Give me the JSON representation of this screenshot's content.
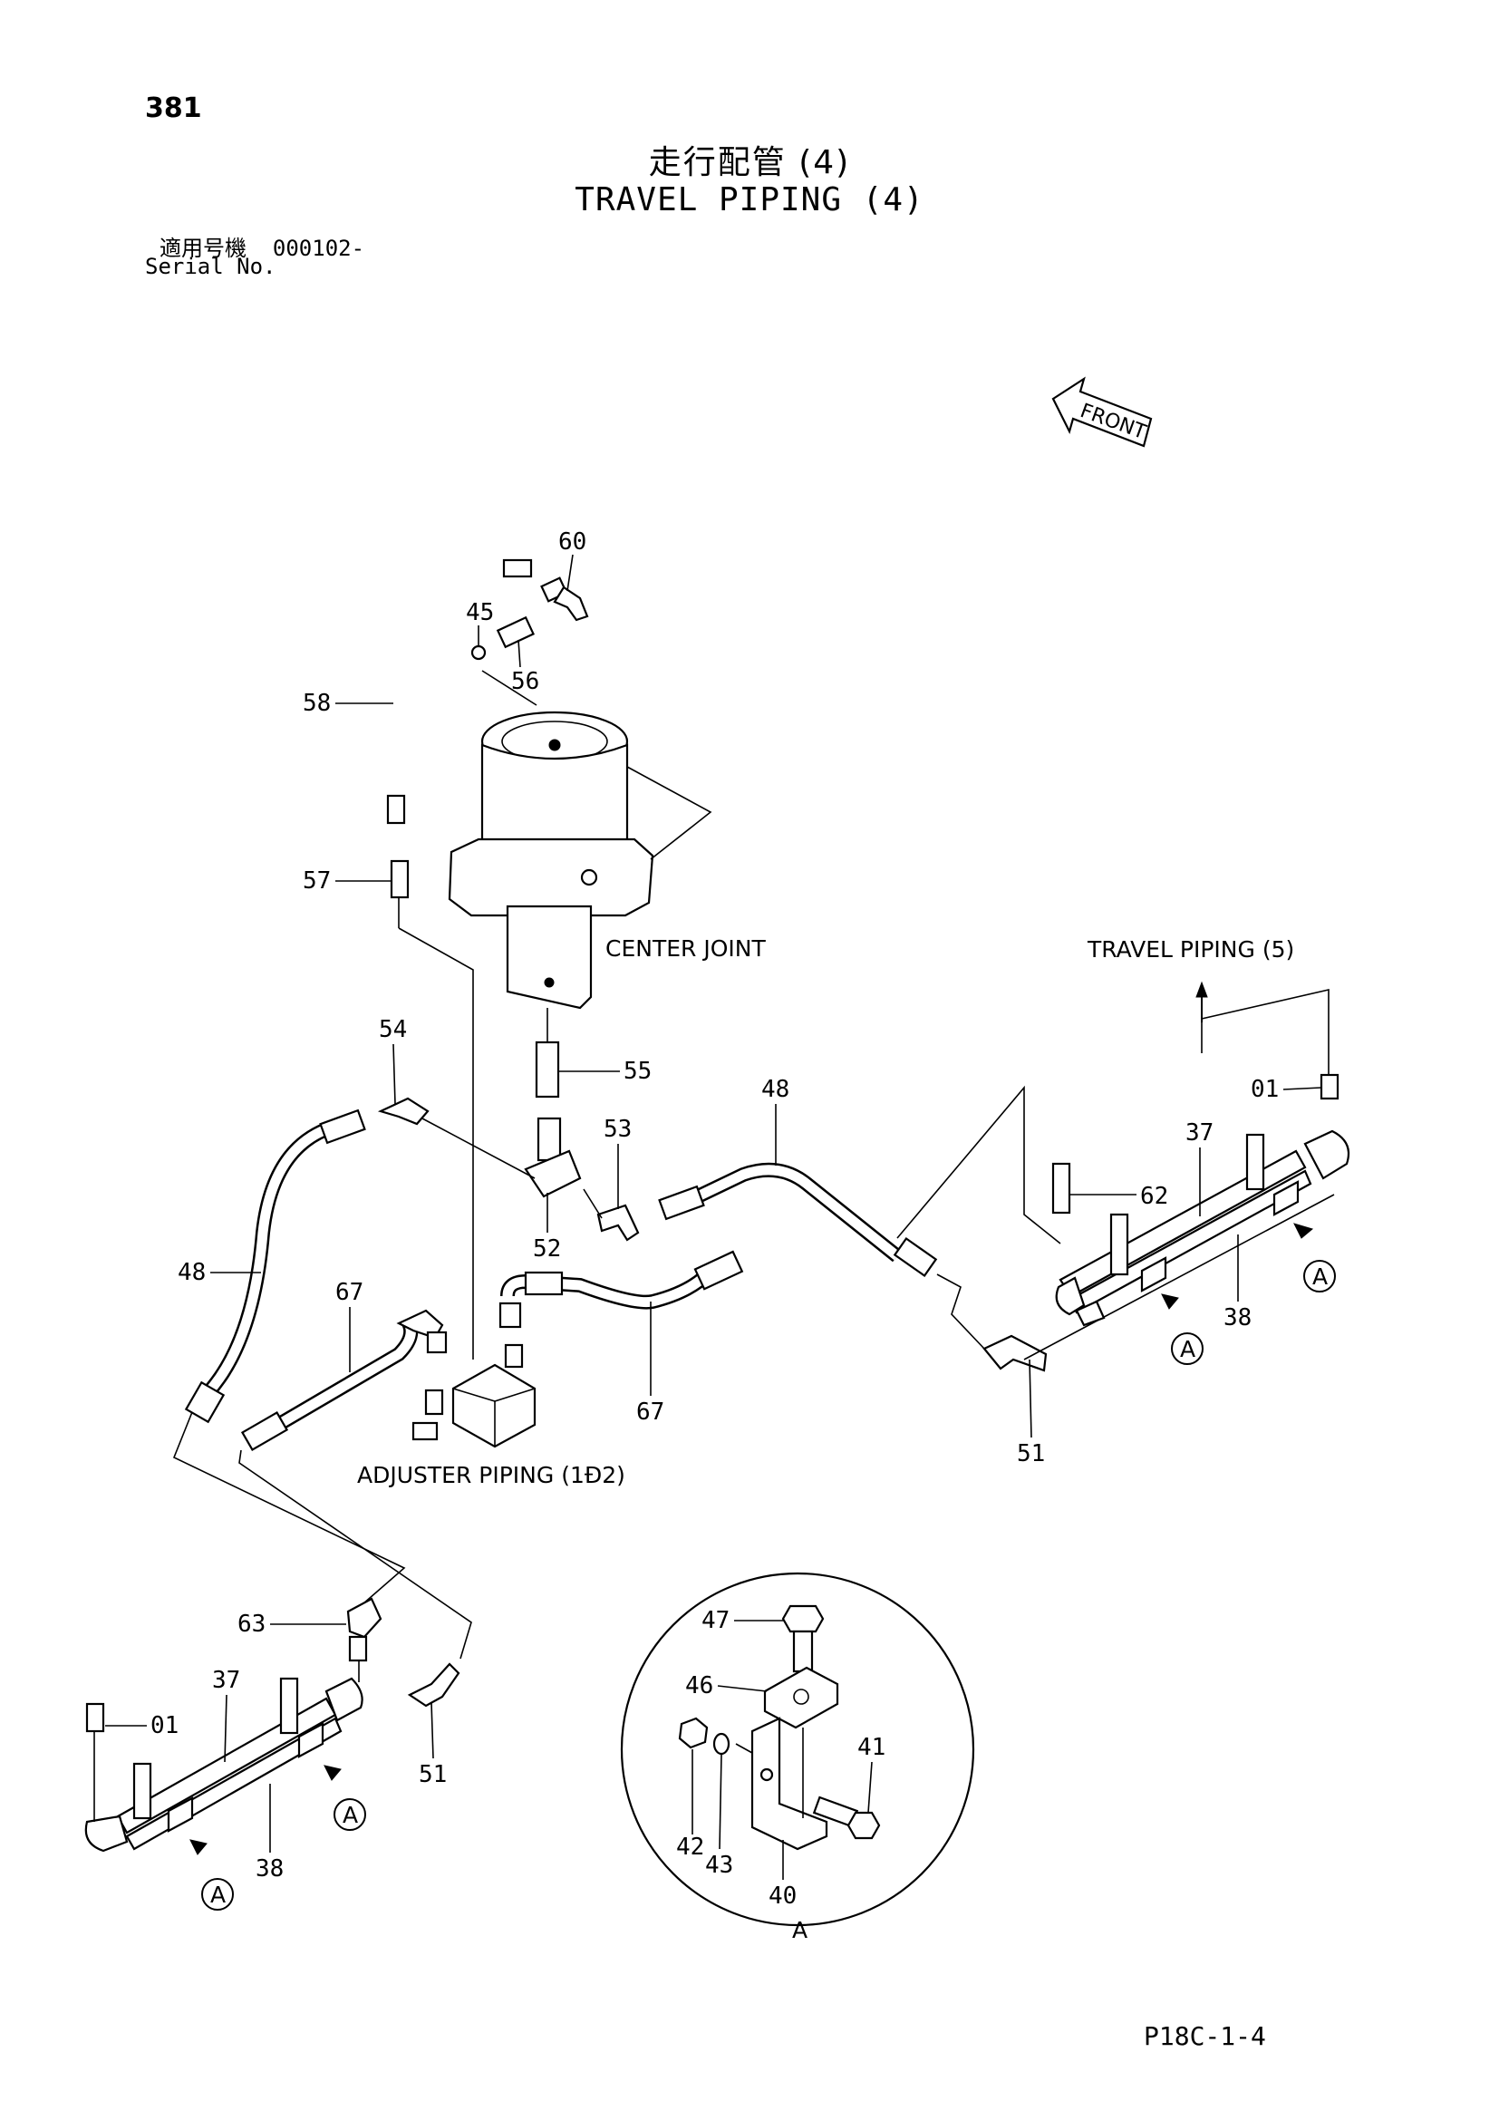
{
  "header": {
    "page_number": "381",
    "title_jp": "走行配管 (4)",
    "title_en": "TRAVEL PIPING (4)",
    "serial_label_jp": "適用号機",
    "serial_value": "000102-",
    "serial_label_en": "Serial No."
  },
  "labels": {
    "front": "FRONT",
    "center_joint": "CENTER JOINT",
    "travel_piping_5": "TRAVEL PIPING (5)",
    "adjuster_piping": "ADJUSTER PIPING (1Đ2)",
    "detail_mark": "A"
  },
  "callouts": {
    "p60": "60",
    "p45": "45",
    "p56": "56",
    "p58": "58",
    "p57": "57",
    "p54": "54",
    "p55": "55",
    "p53": "53",
    "p52": "52",
    "p48a": "48",
    "p48b": "48",
    "p67a": "67",
    "p67b": "67",
    "p51a": "51",
    "p51b": "51",
    "p01a": "01",
    "p01b": "01",
    "p37a": "37",
    "p37b": "37",
    "p38a": "38",
    "p38b": "38",
    "p62": "62",
    "p63": "63",
    "p47": "47",
    "p46": "46",
    "p41": "41",
    "p42": "42",
    "p43": "43",
    "p40": "40"
  },
  "footer": {
    "page_code": "P18C-1-4"
  }
}
